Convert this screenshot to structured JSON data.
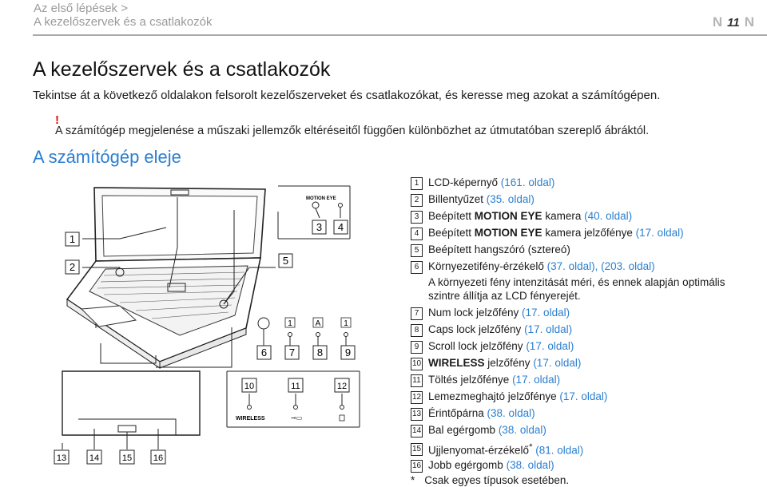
{
  "header": {
    "breadcrumb_1": "Az első lépések >",
    "breadcrumb_2": "A kezelőszervek és a csatlakozók",
    "page_number": "11"
  },
  "title": "A kezelőszervek és a csatlakozók",
  "intro": "Tekintse át a következő oldalakon felsorolt kezelőszerveket és csatlakozókat, és keresse meg azokat a számítógépen.",
  "note": {
    "mark": "!",
    "text": "A számítógép megjelenése a műszaki jellemzők eltéréseitől függően különbözhet az útmutatóban szereplő ábráktól."
  },
  "subtitle": "A számítógép eleje",
  "figure": {
    "callouts": [
      "1",
      "2",
      "3",
      "4",
      "5",
      "6",
      "7",
      "8",
      "9",
      "10",
      "11",
      "12",
      "13",
      "14",
      "15",
      "16"
    ],
    "motion_eye_label": "MOTION EYE",
    "wireless_label": "WIRELESS",
    "lock_glyph_1": "1",
    "lock_glyph_a": "A"
  },
  "legend": [
    {
      "num": "1",
      "pre": "LCD-képernyő ",
      "bold": "",
      "post": "",
      "ref": "(161. oldal)"
    },
    {
      "num": "2",
      "pre": "Billentyűzet ",
      "bold": "",
      "post": "",
      "ref": "(35. oldal)"
    },
    {
      "num": "3",
      "pre": "Beépített ",
      "bold": "MOTION EYE",
      "post": " kamera ",
      "ref": "(40. oldal)"
    },
    {
      "num": "4",
      "pre": "Beépített ",
      "bold": "MOTION EYE",
      "post": " kamera jelzőfénye ",
      "ref": "(17. oldal)"
    },
    {
      "num": "5",
      "pre": "Beépített hangszóró (sztereó)",
      "bold": "",
      "post": "",
      "ref": ""
    },
    {
      "num": "6",
      "pre": "Környezetifény-érzékelő ",
      "bold": "",
      "post": "",
      "ref": "(37. oldal), (203. oldal)"
    },
    {
      "num": "7",
      "pre": "Num lock jelzőfény ",
      "bold": "",
      "post": "",
      "ref": "(17. oldal)"
    },
    {
      "num": "8",
      "pre": "Caps lock jelzőfény ",
      "bold": "",
      "post": "",
      "ref": "(17. oldal)"
    },
    {
      "num": "9",
      "pre": "Scroll lock jelzőfény ",
      "bold": "",
      "post": "",
      "ref": "(17. oldal)"
    },
    {
      "num": "10",
      "pre": "",
      "bold": "WIRELESS",
      "post": " jelzőfény ",
      "ref": "(17. oldal)"
    },
    {
      "num": "11",
      "pre": "Töltés jelzőfénye ",
      "bold": "",
      "post": "",
      "ref": "(17. oldal)"
    },
    {
      "num": "12",
      "pre": "Lemezmeghajtó jelzőfénye ",
      "bold": "",
      "post": "",
      "ref": "(17. oldal)"
    },
    {
      "num": "13",
      "pre": "Érintőpárna ",
      "bold": "",
      "post": "",
      "ref": "(38. oldal)"
    },
    {
      "num": "14",
      "pre": "Bal egérgomb ",
      "bold": "",
      "post": "",
      "ref": "(38. oldal)"
    },
    {
      "num": "15",
      "pre": "Ujjlenyomat-érzékelő",
      "bold": "",
      "post": "",
      "sup": "*",
      "ref": "(81. oldal)"
    },
    {
      "num": "16",
      "pre": "Jobb egérgomb ",
      "bold": "",
      "post": "",
      "ref": "(38. oldal)"
    }
  ],
  "legend_extra": "A környezeti fény intenzitását méri, és ennek alapján optimális szintre állítja az LCD fényerejét.",
  "footnote": {
    "mark": "*",
    "text": "Csak egyes típusok esetében."
  }
}
